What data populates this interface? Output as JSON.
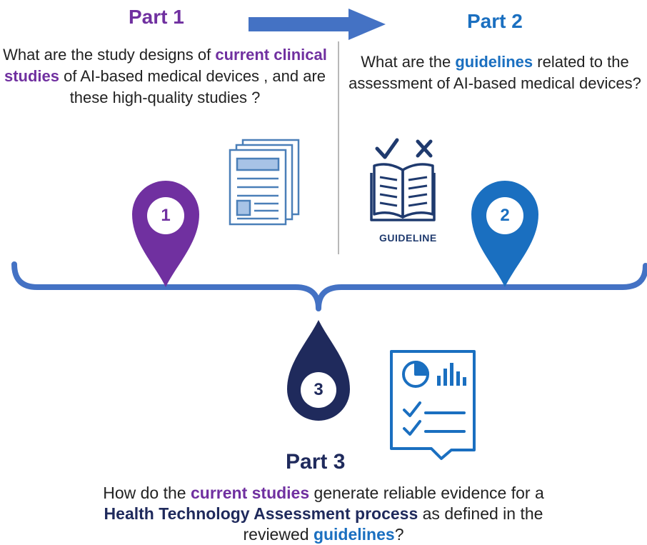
{
  "part1": {
    "title": "Part 1",
    "question_pre": "What are the study designs of ",
    "question_highlight": "current clinical studies",
    "question_post": " of AI-based medical devices , and are these high-quality studies ?",
    "pin_number": "1"
  },
  "part2": {
    "title": "Part 2",
    "question_pre": "What are the ",
    "question_highlight": "guidelines",
    "question_post": " related to the assessment of AI-based medical devices?",
    "pin_number": "2",
    "icon_label": "GUIDELINE"
  },
  "part3": {
    "title": "Part 3",
    "q_pre": "How do the ",
    "q_h1": "current studies",
    "q_mid1": " generate reliable evidence for a ",
    "q_h2": "Health Technology Assessment process",
    "q_mid2": " as defined in the reviewed ",
    "q_h3": "guidelines",
    "q_end": "?",
    "pin_number": "3"
  },
  "colors": {
    "purple": "#7030a0",
    "blue": "#1a6fc0",
    "navy": "#1f2a5c",
    "brace": "#4472c4"
  },
  "icons": [
    "document-icon",
    "open-book-checklist-icon",
    "report-chart-checklist-icon",
    "arrow-right-icon"
  ]
}
